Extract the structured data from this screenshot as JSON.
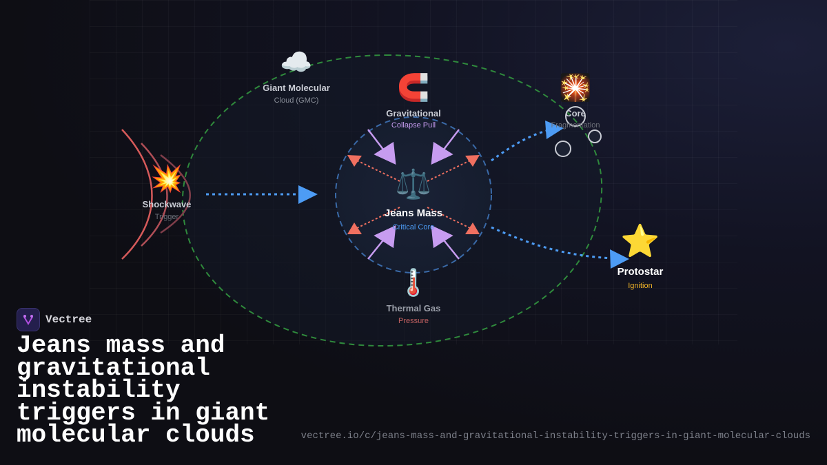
{
  "brand": {
    "name": "Vectree"
  },
  "title": "Jeans mass and gravitational instability triggers in giant molecular clouds",
  "url": "vectree.io/c/jeans-mass-and-gravitational-instability-triggers-in-giant-molecular-clouds",
  "nodes": {
    "gmc": {
      "icon": "cloud-icon",
      "emoji": "☁️",
      "title": "Giant Molecular",
      "subtitle": "Cloud (GMC)"
    },
    "gravity": {
      "icon": "magnet-icon",
      "emoji": "🧲",
      "title": "Gravitational",
      "subtitle": "Collapse Pull",
      "subtitle_color": "#c79cf0"
    },
    "core": {
      "icon": "sparkler-icon",
      "emoji": "🎇",
      "title": "Core",
      "subtitle": "Fragmentation"
    },
    "shockwave": {
      "icon": "explosion-icon",
      "emoji": "💥",
      "title": "Shockwave",
      "subtitle": "Trigger"
    },
    "jeans": {
      "icon": "scales-icon",
      "emoji": "⚖️",
      "title": "Jeans Mass",
      "subtitle": "Critical Core",
      "subtitle_color": "#4d9cf5"
    },
    "thermal": {
      "icon": "thermometer-icon",
      "emoji": "🌡️",
      "title": "Thermal Gas",
      "subtitle": "Pressure",
      "subtitle_color": "#e06c6c"
    },
    "protostar": {
      "icon": "star-icon",
      "emoji": "⭐",
      "title": "Protostar",
      "subtitle": "Ignition",
      "subtitle_color": "#f0b429"
    }
  },
  "colors": {
    "cloud_outline": "#2f8a3c",
    "flow": "#4d9cf5",
    "gravity": "#c79cf0",
    "pressure": "#f07060",
    "shock": "#e06060"
  }
}
